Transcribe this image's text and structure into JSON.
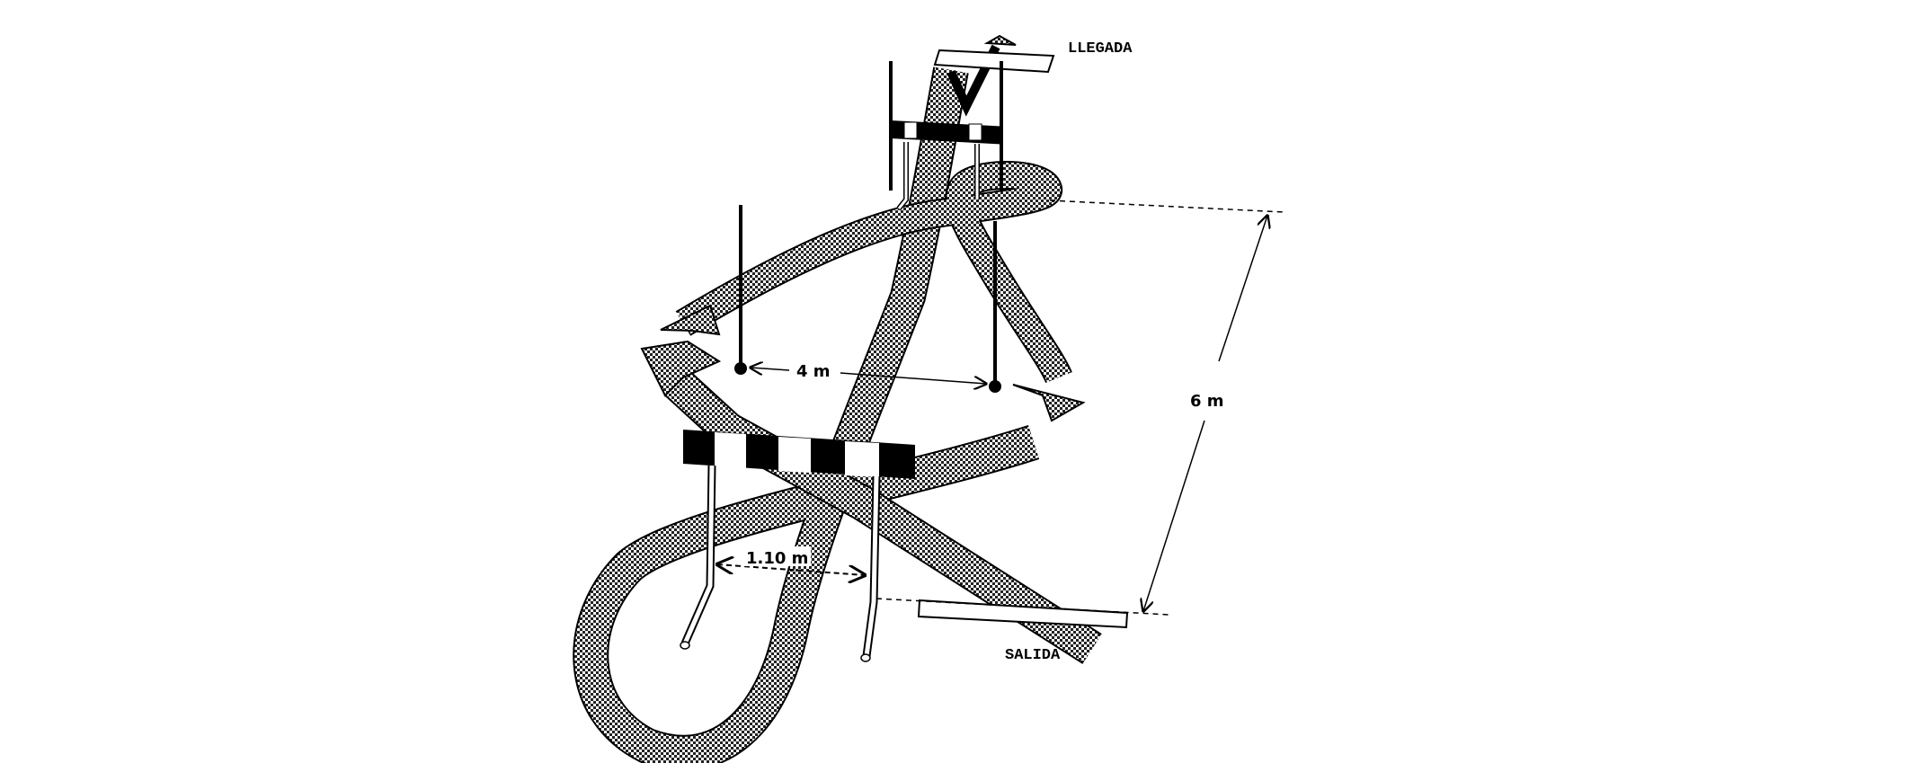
{
  "labels": {
    "finish": "LLEGADA",
    "start": "SALIDA"
  },
  "dimensions": {
    "pole_spacing": "4 m",
    "course_length": "6 m",
    "hurdle_width": "1.10 m"
  }
}
